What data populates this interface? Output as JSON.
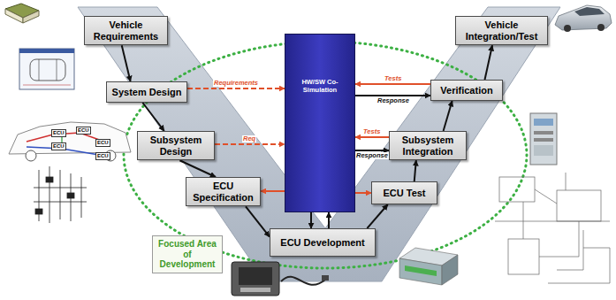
{
  "diagram": {
    "nodes": [
      {
        "text": [
          "Vehicle Requirements"
        ]
      },
      {
        "text": [
          "System Design"
        ]
      },
      {
        "text": [
          "Subsystem Design"
        ]
      },
      {
        "text": [
          "ECU Specification"
        ]
      },
      {
        "text": [
          "ECU Development"
        ]
      },
      {
        "text": [
          "ECU Test"
        ]
      },
      {
        "text": [
          "Subsystem Integration"
        ]
      },
      {
        "text": [
          "Verification"
        ]
      },
      {
        "text": [
          "Vehicle Integration/Test"
        ]
      },
      {
        "text": [
          "HW/SW Co-Simulation"
        ]
      },
      {
        "text": [
          "Focused Area of Development"
        ]
      }
    ],
    "edges": [
      {
        "from": 0,
        "to": 1,
        "arrow": "to"
      },
      {
        "from": 1,
        "to": 2,
        "arrow": "to"
      },
      {
        "from": 2,
        "to": 3,
        "arrow": "to"
      },
      {
        "from": 3,
        "to": 4,
        "arrow": "to"
      },
      {
        "from": 4,
        "to": 5,
        "arrow": "to"
      },
      {
        "from": 5,
        "to": 6,
        "arrow": "to"
      },
      {
        "from": 6,
        "to": 7,
        "arrow": "to"
      },
      {
        "from": 7,
        "to": 8,
        "arrow": "to"
      },
      {
        "from": 1,
        "to": 9,
        "label": "Requirements",
        "arrow": "to"
      },
      {
        "from": 2,
        "to": 9,
        "label": "Req",
        "arrow": "to"
      },
      {
        "from": 9,
        "to": 3,
        "arrow": "to"
      },
      {
        "from": 9,
        "to": 4,
        "arrow": "to"
      },
      {
        "from": 4,
        "to": 9,
        "arrow": "to"
      },
      {
        "from": 9,
        "to": 5,
        "arrow": "to"
      },
      {
        "from": 7,
        "to": 9,
        "label": "Tests",
        "arrow": "to"
      },
      {
        "from": 9,
        "to": 7,
        "label": "Response",
        "arrow": "to"
      },
      {
        "from": 6,
        "to": 9,
        "label": "Tests",
        "arrow": "to"
      },
      {
        "from": 9,
        "to": 6,
        "label": "Response",
        "arrow": "to"
      }
    ],
    "labels": [
      "ECU",
      "ECU",
      "ECU",
      "ECU",
      "ECU"
    ]
  }
}
